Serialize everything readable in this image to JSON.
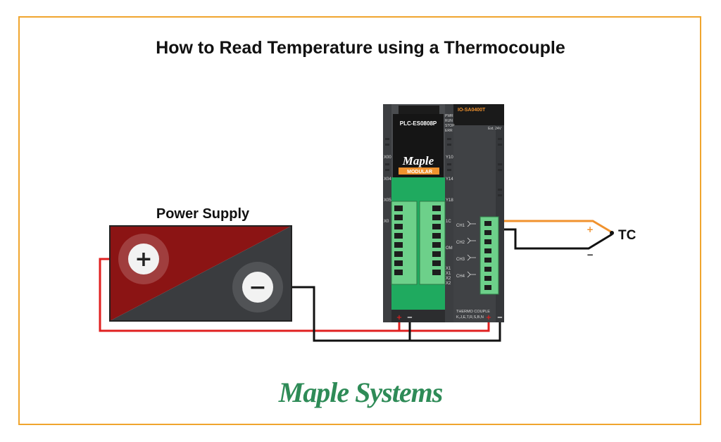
{
  "title": "How to Read Temperature using a Thermocouple",
  "power_supply": {
    "label": "Power Supply",
    "plus_symbol": "+",
    "minus_symbol": "−"
  },
  "plc": {
    "model": "PLC-ES0808P",
    "logo_text": "Maple",
    "logo_sub": "MODULAR",
    "status_labels": [
      "PWR",
      "RUN",
      "STOP",
      "ERR"
    ],
    "left_io_labels": [
      "X00",
      "X04",
      "X05",
      "X0"
    ],
    "right_io_labels": [
      "Y10",
      "Y14",
      "Y18",
      "1C",
      "OM",
      "X1",
      "X1",
      "X2",
      "X2"
    ],
    "plus_mark": "+",
    "minus_mark": "−"
  },
  "module": {
    "model": "IO-SA0400T",
    "ext_label": "Ext. 24V",
    "channel_labels": [
      "CH1",
      "CH2",
      "CH3",
      "CH4"
    ],
    "type_label_1": "THERMO COUPLE",
    "type_label_2": "K,J,E,T,R,S,B,N",
    "plus_mark": "+",
    "minus_mark": "−"
  },
  "thermocouple": {
    "label": "TC",
    "plus": "+",
    "minus": "−"
  },
  "brand": "Maple Systems",
  "colors": {
    "frame": "#f0a52e",
    "red_wire": "#e02020",
    "black_wire": "#111111",
    "orange_wire": "#f0922e",
    "plc_green": "#1faa5f",
    "terminal_green": "#6dd08a",
    "battery_red": "#8b1414",
    "battery_dark": "#3a3c3f",
    "brand_green": "#2e8b57"
  }
}
